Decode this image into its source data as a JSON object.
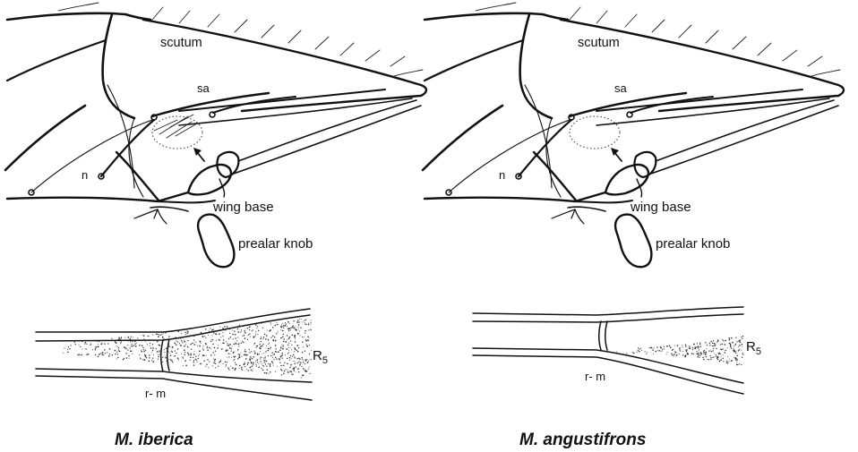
{
  "panels": [
    {
      "species": "M. iberica",
      "labels": {
        "scutum": "scutum",
        "sa": "sa",
        "n": "n",
        "wing_base": "wing base",
        "prealar_knob": "prealar knob",
        "r5_main": "R",
        "r5_sub": "5",
        "rm": "r- m"
      }
    },
    {
      "species": "M. angustifrons",
      "labels": {
        "scutum": "scutum",
        "sa": "sa",
        "n": "n",
        "wing_base": "wing base",
        "prealar_knob": "prealar knob",
        "r5_main": "R",
        "r5_sub": "5",
        "rm": "r- m"
      }
    }
  ]
}
